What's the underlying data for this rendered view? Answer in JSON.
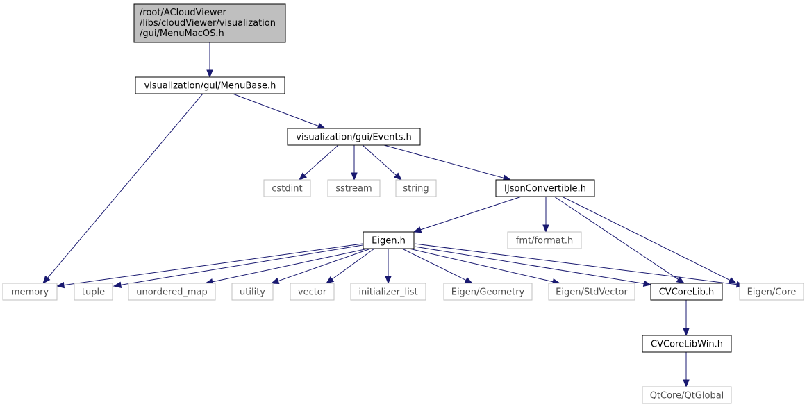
{
  "nodes": [
    {
      "id": "menumacos",
      "kind": "root",
      "lines": [
        "/root/ACloudViewer",
        "/libs/cloudViewer/visualization",
        "/gui/MenuMacOS.h"
      ]
    },
    {
      "id": "menubase",
      "kind": "internal",
      "lines": [
        "visualization/gui/MenuBase.h"
      ]
    },
    {
      "id": "events",
      "kind": "internal",
      "lines": [
        "visualization/gui/Events.h"
      ]
    },
    {
      "id": "cstdint",
      "kind": "external",
      "lines": [
        "cstdint"
      ]
    },
    {
      "id": "sstream",
      "kind": "external",
      "lines": [
        "sstream"
      ]
    },
    {
      "id": "string",
      "kind": "external",
      "lines": [
        "string"
      ]
    },
    {
      "id": "ijson",
      "kind": "internal",
      "lines": [
        "IJsonConvertible.h"
      ]
    },
    {
      "id": "eigen",
      "kind": "internal",
      "lines": [
        "Eigen.h"
      ]
    },
    {
      "id": "fmtformat",
      "kind": "external",
      "lines": [
        "fmt/format.h"
      ]
    },
    {
      "id": "memory",
      "kind": "external",
      "lines": [
        "memory"
      ]
    },
    {
      "id": "tuple",
      "kind": "external",
      "lines": [
        "tuple"
      ]
    },
    {
      "id": "unordered_map",
      "kind": "external",
      "lines": [
        "unordered_map"
      ]
    },
    {
      "id": "utility",
      "kind": "external",
      "lines": [
        "utility"
      ]
    },
    {
      "id": "vector",
      "kind": "external",
      "lines": [
        "vector"
      ]
    },
    {
      "id": "initializer_list",
      "kind": "external",
      "lines": [
        "initializer_list"
      ]
    },
    {
      "id": "eigengeometry",
      "kind": "external",
      "lines": [
        "Eigen/Geometry"
      ]
    },
    {
      "id": "eigenstdvector",
      "kind": "external",
      "lines": [
        "Eigen/StdVector"
      ]
    },
    {
      "id": "cvcorelib",
      "kind": "internal",
      "lines": [
        "CVCoreLib.h"
      ]
    },
    {
      "id": "eigencore",
      "kind": "external",
      "lines": [
        "Eigen/Core"
      ]
    },
    {
      "id": "cvcorelibwin",
      "kind": "internal",
      "lines": [
        "CVCoreLibWin.h"
      ]
    },
    {
      "id": "qtglobal",
      "kind": "external",
      "lines": [
        "QtCore/QtGlobal"
      ]
    }
  ],
  "edges": [
    [
      "menumacos",
      "menubase"
    ],
    [
      "menubase",
      "memory"
    ],
    [
      "menubase",
      "events"
    ],
    [
      "events",
      "cstdint"
    ],
    [
      "events",
      "sstream"
    ],
    [
      "events",
      "string"
    ],
    [
      "events",
      "ijson"
    ],
    [
      "ijson",
      "eigen"
    ],
    [
      "ijson",
      "fmtformat"
    ],
    [
      "ijson",
      "cvcorelib"
    ],
    [
      "ijson",
      "eigencore"
    ],
    [
      "eigen",
      "memory"
    ],
    [
      "eigen",
      "tuple"
    ],
    [
      "eigen",
      "unordered_map"
    ],
    [
      "eigen",
      "utility"
    ],
    [
      "eigen",
      "vector"
    ],
    [
      "eigen",
      "initializer_list"
    ],
    [
      "eigen",
      "eigengeometry"
    ],
    [
      "eigen",
      "eigenstdvector"
    ],
    [
      "eigen",
      "cvcorelib"
    ],
    [
      "eigen",
      "eigencore"
    ],
    [
      "cvcorelib",
      "cvcorelibwin"
    ],
    [
      "cvcorelibwin",
      "qtglobal"
    ]
  ],
  "colors": {
    "edge": "#191970",
    "root_fill": "#bfbfbf",
    "external_border": "#bfbfbf",
    "internal_border": "#000000"
  }
}
